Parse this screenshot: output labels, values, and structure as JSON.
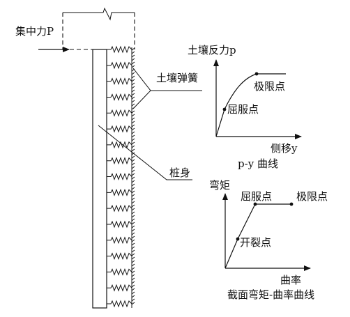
{
  "labels": {
    "concentrated_force": "集中力",
    "concentrated_force_symbol": "P",
    "soil_spring": "土壤弹簧",
    "pile_body": "桩身"
  },
  "py_chart": {
    "y_axis_title": "土壤反力",
    "y_axis_symbol": "p",
    "x_axis_title": "侧移",
    "x_axis_symbol": "y",
    "yield_point": "屈服点",
    "limit_point": "极限点",
    "caption_p": "p",
    "caption_dash": "-",
    "caption_y": "y",
    "caption_text": " 曲线"
  },
  "mk_chart": {
    "y_axis_title": "弯矩",
    "x_axis_title": "曲率",
    "cracking_point": "开裂点",
    "yield_point": "屈服点",
    "limit_point": "极限点",
    "caption": "截面弯矩-曲率曲线"
  }
}
